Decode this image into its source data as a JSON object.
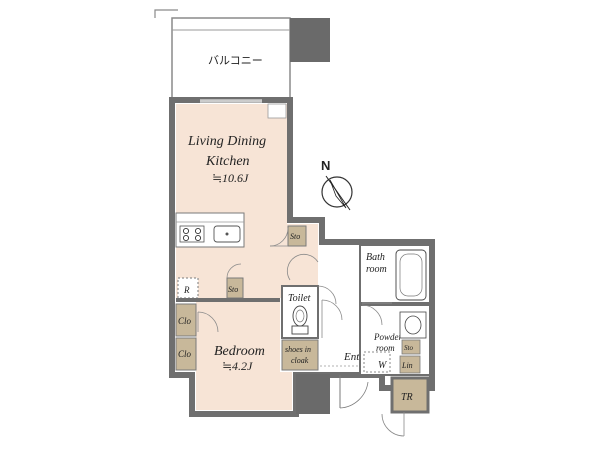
{
  "plan": {
    "balcony": "バルコニー",
    "ldk_line1": "Living Dining",
    "ldk_line2": "Kitchen",
    "ldk_area": "≒10.6J",
    "bedroom": "Bedroom",
    "bedroom_area": "≒4.2J",
    "bath_line1": "Bath",
    "bath_line2": "room",
    "powder_line1": "Powder",
    "powder_line2": "room",
    "toilet": "Toilet",
    "shoes_line1": "shoes in",
    "shoes_line2": "cloak",
    "entrance": "Ent",
    "sto": "Sto",
    "clo": "Clo",
    "r": "R",
    "w": "W",
    "lin": "Lin",
    "tr": "TR",
    "north": "N"
  },
  "colors": {
    "ldk_fill": "#f7e4d6",
    "bedroom_fill": "#f7e4d6",
    "wet_fill": "#ffffff",
    "storage_fill": "#c8b89a",
    "wall": "#6f6f6f",
    "pillar": "#6a6a6a",
    "background": "#ffffff"
  }
}
